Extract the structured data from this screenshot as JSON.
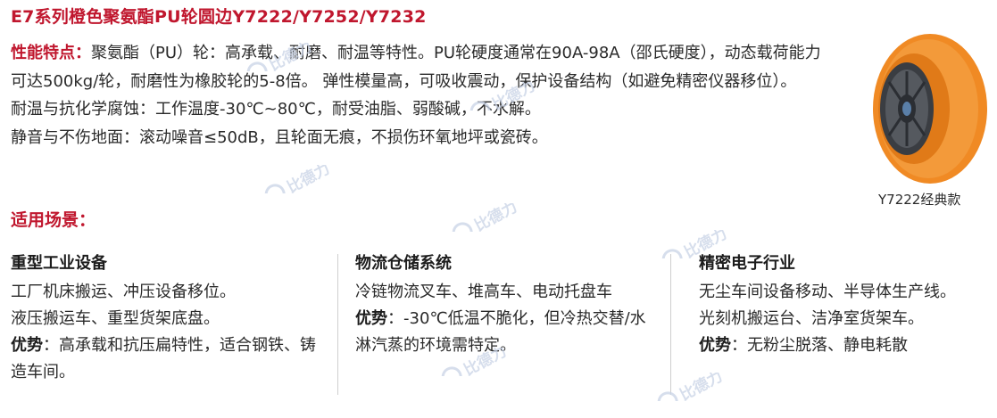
{
  "title": "E7系列橙色聚氨酯PU轮圆边Y7222/Y7252/Y7232",
  "features": {
    "label": "性能特点：",
    "text": "聚氨酯（PU）轮：高承载、耐磨、耐温等特性。PU轮硬度通常在90A-98A（邵氏硬度），动态载荷能力可达500kg/轮，耐磨性为橡胶轮的5-8倍。 弹性模量高，可吸收震动，保护设备结构（如避免精密仪器移位）。",
    "line2": "耐温与抗化学腐蚀：工作温度-30℃~80℃，耐受油脂、弱酸碱，不水解。",
    "line3": "静音与不伤地面：滚动噪音≤50dB，且轮面无痕，不损伤环氧地坪或瓷砖。"
  },
  "product": {
    "caption": "Y7222经典款"
  },
  "scenes_heading": "适用场景：",
  "columns": [
    {
      "heading": "重型工业设备",
      "line1": "工厂机床搬运、冲压设备移位。",
      "line2": "液压搬运车、重型货架底盘。",
      "adv_label": "优势",
      "adv_text": "：高承载和抗压扁特性，适合钢铁、铸造车间。"
    },
    {
      "heading": "物流仓储系统",
      "line1": "冷链物流叉车、堆高车、电动托盘车",
      "adv_label": "优势",
      "adv_text": "：-30℃低温不脆化，但冷热交替/水淋汽蒸的环境需特定。"
    },
    {
      "heading": "精密电子行业",
      "line1": "无尘车间设备移动、半导体生产线。",
      "line2": "光刻机搬运台、洁净室货架车。",
      "adv_label": "优势",
      "adv_text": "：无粉尘脱落、静电耗散"
    }
  ],
  "watermark": {
    "text": "比德力"
  },
  "colors": {
    "title_red": "#c0172e",
    "wheel_orange": "#f08a24",
    "watermark": "#c9d3e6"
  }
}
